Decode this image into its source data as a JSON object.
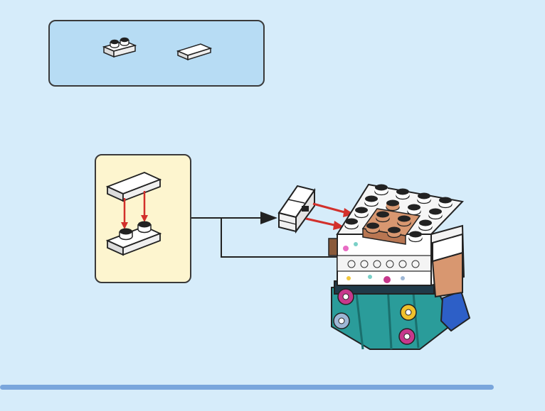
{
  "page": {
    "background": "#d6ecfa"
  },
  "parts_list": {
    "items": [
      {
        "name": "plate-1x2-white",
        "icon": "plate-1x2-icon"
      },
      {
        "name": "tile-1x2-white",
        "icon": "tile-1x2-icon"
      }
    ],
    "colors": {
      "box": "#b7dcf4"
    }
  },
  "substep": {
    "colors": {
      "box": "#fdf5cf",
      "arrow": "#d2302b"
    }
  },
  "progress": {
    "fraction": 1.0,
    "color": "#7aa6dc"
  },
  "page_number": ""
}
